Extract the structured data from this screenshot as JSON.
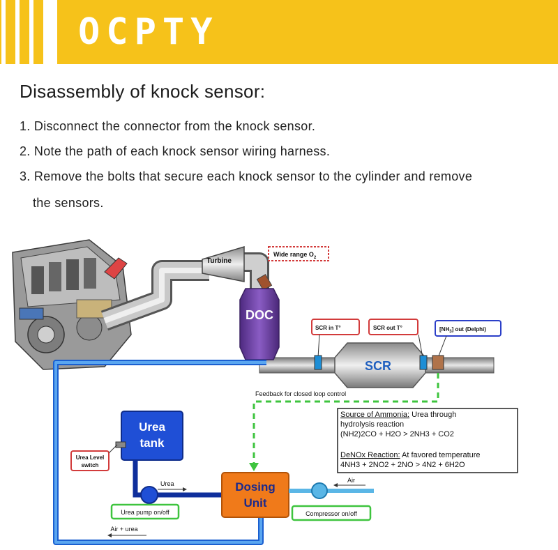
{
  "brand": {
    "name": "OCPTY"
  },
  "document": {
    "title": "Disassembly of knock sensor:",
    "steps": [
      "1. Disconnect the connector from the knock sensor.",
      "2. Note the path of each knock sensor wiring harness.",
      "3. Remove the bolts that secure each knock sensor to the cylinder and remove",
      "the sensors."
    ]
  },
  "diagram": {
    "turbine": "Turbine",
    "wide_range": "Wide range O",
    "wide_range_sub": "2",
    "doc": "DOC",
    "scr": "SCR",
    "scr_in": "SCR in T°",
    "scr_out": "SCR out T°",
    "nh3_out": "[NH",
    "nh3_sub": "3",
    "nh3_rest": "] out (Delphi)",
    "feedback": "Feedback for closed loop control",
    "urea_tank_1": "Urea",
    "urea_tank_2": "tank",
    "urea_level_1": "Urea Level",
    "urea_level_2": "switch",
    "urea_line": "Urea",
    "urea_pump": "Urea pump on/off",
    "dosing_1": "Dosing",
    "dosing_2": "Unit",
    "air": "Air",
    "compressor": "Compressor on/off",
    "air_urea": "Air + urea",
    "info": {
      "source_heading": "Source of Ammonia:",
      "source_rest": " Urea through",
      "source_line2": "hydrolysis reaction",
      "source_eq": "(NH2)2CO + H2O > 2NH3 + CO2",
      "denox_heading": "DeNOx Reaction:",
      "denox_rest": " At favored temperature",
      "denox_eq": "4NH3 + 2NO2 + 2NO > 4N2 + 6H2O"
    }
  },
  "colors": {
    "brand_yellow": "#f6c21a",
    "doc_purple": "#6b3fa0",
    "tank_blue": "#1f4fd6",
    "dosing_orange": "#f07a1a",
    "line_blue": "#2a7fe0",
    "feedback_green": "#3ec43e"
  }
}
